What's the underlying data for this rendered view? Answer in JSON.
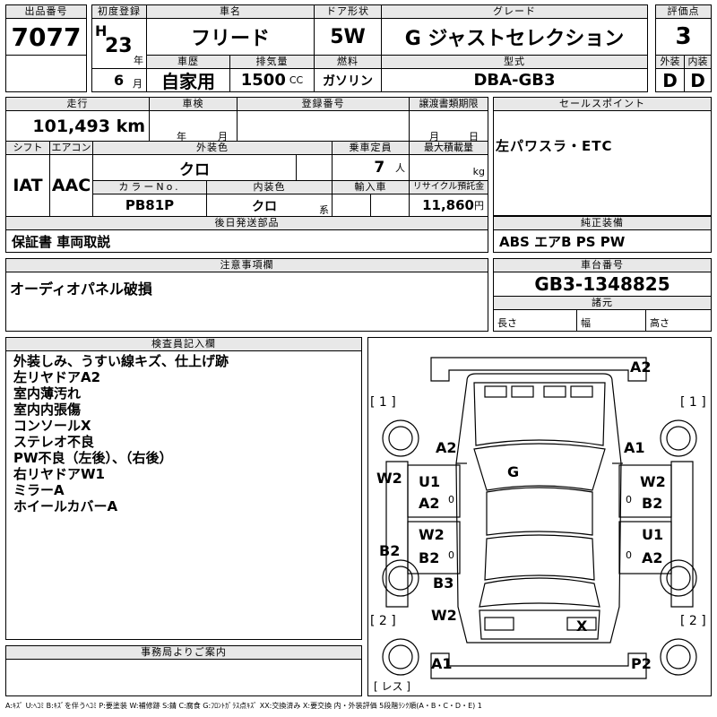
{
  "header": {
    "lot_label": "出品番号",
    "lot": "7077",
    "first_reg_label": "初度登録",
    "era": "H",
    "year": "23",
    "year_unit": "年",
    "month": "6",
    "month_unit": "月",
    "name_label": "車名",
    "name": "フリード",
    "door_label": "ドア形状",
    "door": "5W",
    "grade_label": "グレード",
    "grade": "G ジャストセレクション",
    "score_label": "評価点",
    "score": "3",
    "history_label": "車歴",
    "history": "自家用",
    "displacement_label": "排気量",
    "displacement": "1500",
    "displacement_unit": "CC",
    "fuel_label": "燃料",
    "fuel": "ガソリン",
    "model_label": "型式",
    "model": "DBA-GB3",
    "ext_label": "外装",
    "ext": "D",
    "int_label": "内装",
    "int": "D"
  },
  "spec": {
    "mileage_label": "走行",
    "mileage": "101,493",
    "mileage_unit": "km",
    "inspection_label": "車検",
    "inspection_year": "年",
    "inspection_month": "月",
    "reg_label": "登録番号",
    "transfer_label": "譲渡書類期限",
    "transfer_month": "月",
    "transfer_day": "日",
    "shift_label": "シフト",
    "shift": "IAT",
    "ac_label": "エアコン",
    "ac": "AAC",
    "color_label": "外装色",
    "color": "クロ",
    "capacity_label": "乗車定員",
    "capacity": "7",
    "capacity_unit": "人",
    "load_label": "最大積載量",
    "load_unit": "kg",
    "color_no_label": "カラーNo.",
    "color_no": "PB81P",
    "interior_color_label": "内装色",
    "interior_color": "クロ",
    "interior_color_unit": "系",
    "import_label": "輸入車",
    "recycle_label": "リサイクル預託金",
    "recycle": "11,860",
    "recycle_unit": "円",
    "later_label": "後日発送部品",
    "later": "保証書 車両取説"
  },
  "sales": {
    "label": "セールスポイント",
    "text": "左パワスラ・ETC"
  },
  "equipment": {
    "label": "純正装備",
    "text": "ABS エアB PS PW"
  },
  "caution": {
    "label": "注意事項欄",
    "text": "オーディオパネル破損"
  },
  "chassis": {
    "label": "車台番号",
    "number": "GB3-1348825",
    "dims_label": "諸元",
    "length": "長さ",
    "width": "幅",
    "height": "高さ"
  },
  "inspector": {
    "label": "検査員記入欄",
    "lines": [
      "外装しみ、うすい線キズ、仕上げ跡",
      "左リヤドアA2",
      "室内薄汚れ",
      "室内内張傷",
      "コンソールX",
      "ステレオ不良",
      "PW不良（左後）、（右後）",
      "右リヤドアW1",
      "ミラーA",
      "ホイールカバーA"
    ]
  },
  "diagram": {
    "marks": {
      "a2_top": "A2",
      "g": "G",
      "a2_lf": "A2",
      "a1_rf": "A1",
      "w2_l": "W2",
      "u1_ld": "U1",
      "a2_ld": "A2",
      "w2_rd": "W2",
      "b2_rd": "B2",
      "b2_l": "B2",
      "w2_lr": "W2",
      "b2_lr": "B2",
      "u1_rr": "U1",
      "a2_rr": "A2",
      "b3": "B3",
      "w2_lb": "W2",
      "x": "X",
      "a1_bottom": "A1",
      "p2": "P2",
      "wheel1_l": "[ 1 ]",
      "wheel1_r": "[ 1 ]",
      "wheel2_l": "[ 2 ]",
      "wheel2_r": "[ 2 ]",
      "zero1": "0",
      "zero2": "0",
      "zero3": "0",
      "zero4": "0",
      "resu": "[ レス ]"
    }
  },
  "office": {
    "label": "事務局よりご案内"
  },
  "legend": "A:ｷｽﾞ U:ﾍｺﾐ B:ｷｽﾞを伴うﾍｺﾐ P:要塗装 W:補修跡 S:錆 C:腐食 G:ﾌﾛﾝﾄｶﾞﾗｽ点ｷｽﾞ XX:交換済み X:要交換 内・外装評価 5段階ﾗﾝｸ順(A・B・C・D・E) 1"
}
